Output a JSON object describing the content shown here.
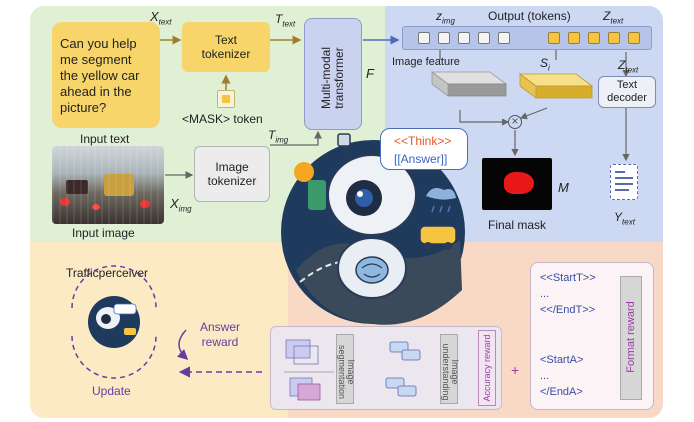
{
  "input_text": {
    "question": "Can you help me segment the yellow car ahead in the picture?",
    "caption": "Input text",
    "x_label": "X",
    "x_sub": "text"
  },
  "text_tokenizer": {
    "label": "Text tokenizer",
    "t_label": "T",
    "t_sub": "text"
  },
  "mask_token": {
    "label": "<MASK> token"
  },
  "input_image": {
    "caption": "Input image",
    "x_label": "X",
    "x_sub": "img"
  },
  "image_tokenizer": {
    "label": "Image tokenizer",
    "t_label": "T",
    "t_sub": "img"
  },
  "transformer": {
    "label": "Multi-modal transformer",
    "f_label": "F"
  },
  "output": {
    "title": "Output (tokens)",
    "z_img": "z",
    "z_img_sub": "img",
    "z_text": "Z",
    "z_text_sub": "text",
    "z_text2": "Z",
    "z_text2_sub": "text",
    "s_label": "S",
    "s_sub": "i"
  },
  "image_feature": {
    "label": "Image feature"
  },
  "text_decoder": {
    "label": "Text decoder",
    "y_label": "Y",
    "y_sub": "text"
  },
  "final_mask": {
    "label": "Final mask",
    "m_label": "M"
  },
  "bubble": {
    "think": "<<Think>>",
    "answer": "[[Answer]]"
  },
  "trafficperceiver": {
    "title": "Trafficperceiver",
    "update": "Update",
    "answer_reward": "Answer reward"
  },
  "tasks": {
    "segmentation": "Image segmentation",
    "understanding": "Image understanding",
    "accuracy_reward": "Accuracy reward",
    "plus": "+"
  },
  "format": {
    "start_t": "<<StartT>>",
    "dots1": "...",
    "end_t": "<</EndT>>",
    "start_a": "<StartA>",
    "dots2": "...",
    "end_a": "</EndA>",
    "format_reward": "Format reward"
  },
  "colors": {
    "green_panel": "#dff0d4",
    "blue_panel": "#cdd8f2",
    "yellow_panel": "#fbeac4",
    "salmon_panel": "#f8d9c6",
    "arrow": "#a07e2e",
    "blue_arrow": "#4a6db5",
    "purple": "#9b3ea6"
  }
}
